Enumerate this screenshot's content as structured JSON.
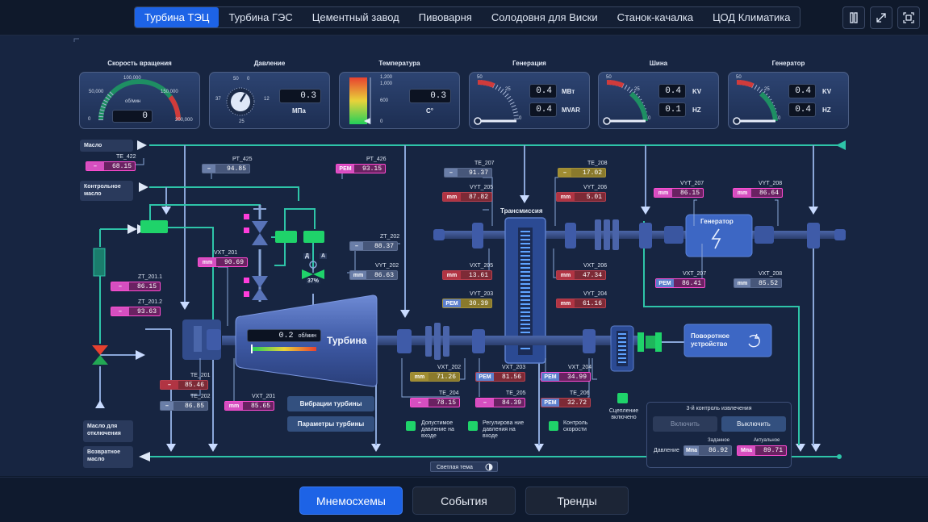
{
  "tabs": [
    "Турбина ТЭЦ",
    "Турбина ГЭС",
    "Цементный завод",
    "Пивоварня",
    "Солодовня для Виски",
    "Станок-качалка",
    "ЦОД Климатика"
  ],
  "nav": [
    "Мнемосхемы",
    "События",
    "Тренды"
  ],
  "gauges": {
    "speed": {
      "title": "Скорость вращения",
      "value": "0",
      "unit": "об/мин",
      "ticks": [
        "0",
        "50,000",
        "100,000",
        "150,000",
        "200,000"
      ]
    },
    "pressure": {
      "title": "Давление",
      "value": "0.3",
      "unit": "МПа",
      "ticks": [
        "50",
        "0",
        "37",
        "12",
        "25"
      ]
    },
    "temperature": {
      "title": "Температура",
      "value": "0.3",
      "unit": "C°",
      "ticks": [
        "1,200",
        "1,000",
        "600",
        "0"
      ]
    },
    "generation": {
      "title": "Генерация",
      "v1": "0.4",
      "u1": "МВт",
      "v2": "0.4",
      "u2": "MVAR",
      "ticks": [
        "50",
        "25",
        "0"
      ]
    },
    "bus": {
      "title": "Шина",
      "v1": "0.4",
      "u1": "KV",
      "v2": "0.1",
      "u2": "HZ",
      "ticks": [
        "50",
        "25",
        "0"
      ]
    },
    "generator": {
      "title": "Генератор",
      "v1": "0.4",
      "u1": "KV",
      "v2": "0.4",
      "u2": "HZ",
      "ticks": [
        "50",
        "25",
        "0"
      ]
    }
  },
  "side": {
    "oil": "Масло",
    "control_oil": "Контрольное масло",
    "oil_shutdown": "Масло для отключения",
    "return_oil": "Возвратное масло"
  },
  "sensors": {
    "te422": {
      "label": "TE_422",
      "pre": "–",
      "val": "68.15"
    },
    "pt425": {
      "label": "PT_425",
      "pre": "–",
      "val": "94.85"
    },
    "pt426": {
      "label": "PT_426",
      "pre": "PEM",
      "val": "93.15"
    },
    "vxt201": {
      "label": "VXT_201",
      "pre": "mm",
      "val": "90.69"
    },
    "zt2011": {
      "label": "ZT_201.1",
      "pre": "–",
      "val": "86.15"
    },
    "zt2012": {
      "label": "ZT_201.2",
      "pre": "–",
      "val": "93.63"
    },
    "zt202": {
      "label": "ZT_202",
      "pre": "–",
      "val": "88.37"
    },
    "vyt202": {
      "label": "VYT_202",
      "pre": "mm",
      "val": "86.63"
    },
    "te201": {
      "label": "TE_201",
      "pre": "–",
      "val": "85.46"
    },
    "te202": {
      "label": "TE_202",
      "pre": "–",
      "val": "86.85"
    },
    "vxt201b": {
      "label": "VXT_201",
      "pre": "mm",
      "val": "85.65"
    },
    "te207": {
      "label": "TE_207",
      "pre": "–",
      "val": "91.37"
    },
    "vyt205": {
      "label": "VYT_205",
      "pre": "mm",
      "val": "87.82"
    },
    "vxt205": {
      "label": "VXT_205",
      "pre": "mm",
      "val": "13.61"
    },
    "vyt203": {
      "label": "VYT_203",
      "pre": "PEM",
      "val": "30.39"
    },
    "te208": {
      "label": "TE_208",
      "pre": "–",
      "val": "17.02"
    },
    "vyt206": {
      "label": "VYT_206",
      "pre": "mm",
      "val": "5.01"
    },
    "vxt206": {
      "label": "VXT_206",
      "pre": "mm",
      "val": "47.34"
    },
    "vyt204": {
      "label": "VYT_204",
      "pre": "mm",
      "val": "61.16"
    },
    "vxt202": {
      "label": "VXT_202",
      "pre": "mm",
      "val": "71.26"
    },
    "vxt203": {
      "label": "VXT_203",
      "pre": "PEM",
      "val": "81.56"
    },
    "vxt204": {
      "label": "VXT_204",
      "pre": "PEM",
      "val": "34.99"
    },
    "te204": {
      "label": "TE_204",
      "pre": "–",
      "val": "78.15"
    },
    "te205": {
      "label": "TE_205",
      "pre": "–",
      "val": "84.39"
    },
    "te206": {
      "label": "TE_206",
      "pre": "PEM",
      "val": "32.72"
    },
    "vyt207": {
      "label": "VYT_207",
      "pre": "mm",
      "val": "86.15"
    },
    "vyt208": {
      "label": "VYT_208",
      "pre": "mm",
      "val": "86.64"
    },
    "vxt207": {
      "label": "VXT_207",
      "pre": "PEM",
      "val": "86.41"
    },
    "vxt208": {
      "label": "VXT_208",
      "pre": "mm",
      "val": "85.52"
    }
  },
  "turbine": {
    "title": "Турбина",
    "value": "0.2",
    "unit": "об/мин"
  },
  "transmission": "Трансмиссия",
  "generator_block": "Генератор",
  "turning": "Поворотное устройство",
  "valve": {
    "d": "Д",
    "a": "А",
    "pct": "37%"
  },
  "buttons": {
    "vibr": "Вибрации турбины",
    "params": "Параметры турбины"
  },
  "legend": [
    {
      "text": "Допустимое давление на входе"
    },
    {
      "text": "Регулирова ние давления на входе"
    },
    {
      "text": "Контроль скорости"
    }
  ],
  "clutch": "Сцепление включено",
  "panel": {
    "title": "3-й контроль извлечения",
    "on": "Включить",
    "off": "Выключить",
    "pressure": "Давление",
    "set": "Заданное",
    "actual": "Актуальное",
    "set_unit": "Мпа",
    "set_val": "86.92",
    "act_unit": "Мпа",
    "act_val": "89.71"
  },
  "theme": "Светлая тема",
  "colors": {
    "accent": "#1d63e6",
    "pipe": "#2ec4a8",
    "pipe2": "#8aa6d8",
    "status_green": "#1fd36a"
  }
}
